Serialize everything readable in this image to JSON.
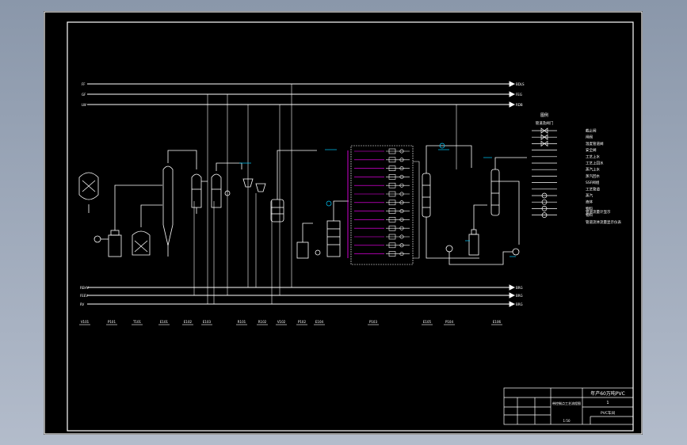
{
  "diagram": {
    "top_lines": [
      {
        "left": "FF",
        "right": "BDLS"
      },
      {
        "left": "GF",
        "right": "FEG"
      },
      {
        "left": "LW",
        "right": "RDB"
      }
    ],
    "bottom_lines": [
      {
        "left": "REHV",
        "right": "BRG"
      },
      {
        "left": "FEEV",
        "right": "BRG"
      },
      {
        "left": "RV",
        "right": "BRG"
      }
    ],
    "legend": {
      "title": "图例",
      "subtitle": "管道及阀门",
      "items": [
        "截止阀",
        "闸阀",
        "温度管道阀",
        "安全阀",
        "工艺上水",
        "工艺上回水",
        "蒸汽上水",
        "蒸汽回水",
        "SSF阀组",
        "工艺管道",
        "蒸汽",
        "液体",
        "物料",
        "物料"
      ],
      "notes": [
        "管道流量计显示",
        "管道流体流量显示仪表"
      ]
    },
    "equipment_labels": [
      "V101",
      "P101",
      "T101",
      "E101",
      "E102",
      "E103",
      "R101",
      "R102",
      "V102",
      "P102",
      "E104",
      "P103",
      "E105",
      "P104",
      "E106"
    ],
    "title_block": {
      "title": "年产60万吨PVC",
      "subtitle": "带控制点工艺流程图",
      "drawing_no": "1",
      "scale": "1:50",
      "unit": "PVC车间"
    }
  }
}
